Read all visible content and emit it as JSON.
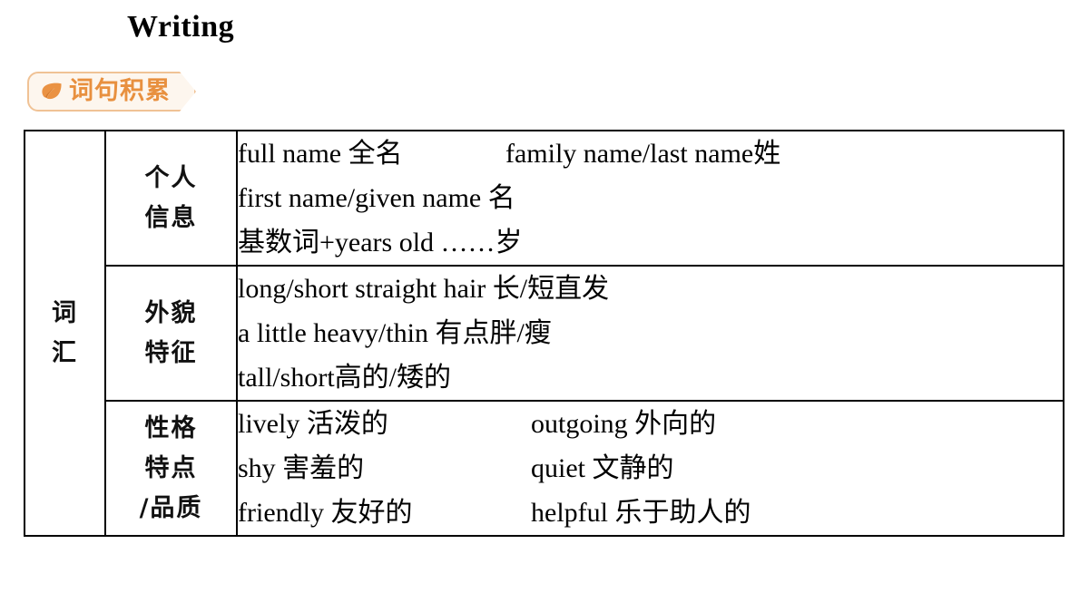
{
  "page": {
    "title": "Writing",
    "badge": {
      "label": "词句积累",
      "icon": "leaf-icon",
      "accent_color": "#e8903f",
      "fill_color": "#fdf6ee",
      "border_color": "#f0c295"
    }
  },
  "table": {
    "group_label": "词汇",
    "rows": [
      {
        "category": [
          "个人",
          "信息"
        ],
        "lines": [
          {
            "a": "full name 全名",
            "b": "family name/last name姓"
          },
          {
            "a": "first name/given name 名",
            "b": ""
          },
          {
            "a": "基数词+years old ……岁",
            "b": ""
          }
        ]
      },
      {
        "category": [
          "外貌",
          "特征"
        ],
        "lines": [
          {
            "a": "long/short straight hair 长/短直发",
            "b": ""
          },
          {
            "a": "a little heavy/thin 有点胖/瘦",
            "b": ""
          },
          {
            "a": "tall/short高的/矮的",
            "b": ""
          }
        ]
      },
      {
        "category": [
          "性格",
          "特点",
          "/品质"
        ],
        "lines": [
          {
            "a": "lively 活泼的",
            "b": "outgoing 外向的"
          },
          {
            "a": "shy 害羞的",
            "b": "quiet 文静的"
          },
          {
            "a": "friendly 友好的",
            "b": "helpful 乐于助人的"
          }
        ]
      }
    ]
  }
}
